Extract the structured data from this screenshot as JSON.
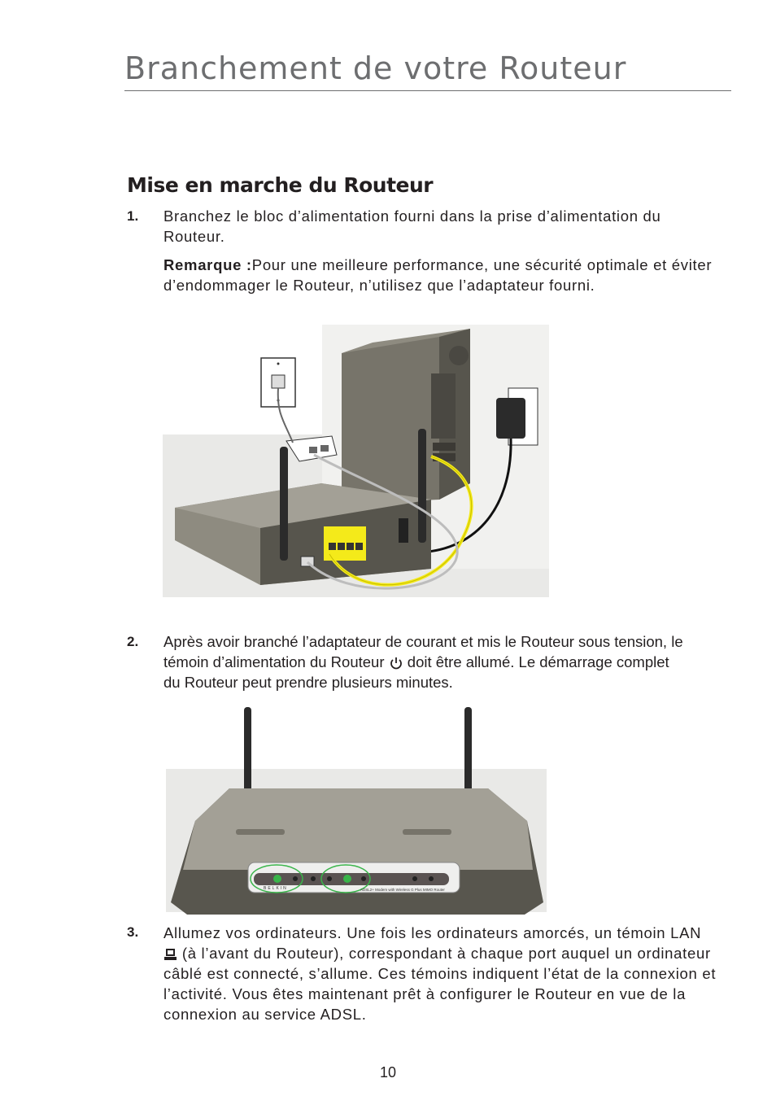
{
  "header": {
    "title": "Branchement de votre Routeur"
  },
  "section": {
    "title": "Mise en marche du Routeur"
  },
  "steps": [
    {
      "number": "1.",
      "text": "Branchez le bloc d’alimentation fourni dans la prise d’alimentation du Routeur.",
      "note_label": "Remarque :",
      "note_text": "Pour une meilleure performance, une sécurité optimale et éviter d’endommager le Routeur, n’utilisez que l’adaptateur fourni."
    },
    {
      "number": "2.",
      "text_before_icon": "Après avoir branché l’adaptateur de courant et mis le Routeur sous tension, le témoin d’alimentation du Routeur",
      "icon": "power-icon",
      "text_after_icon": "doit être allumé. Le démarrage complet du Routeur peut prendre plusieurs minutes."
    },
    {
      "number": "3.",
      "text_before_icon": "Allumez vos ordinateurs. Une fois les ordinateurs amorcés, un témoin LAN",
      "icon": "computer-icon",
      "text_after_icon": "(à l’avant du Routeur), correspondant à chaque port auquel un ordinateur câblé est connecté, s’allume. Ces témoins indiquent l’état de la connexion et l’activité. Vous êtes maintenant prêt à configurer le Routeur en vue de la connexion au service ADSL."
    }
  ],
  "figures": {
    "front_brand": "BELKIN",
    "front_model": "ADSL2+ Modem with Wireless G Plus MIMO Router"
  },
  "page": {
    "number": "10"
  },
  "colors": {
    "heading_gray": "#6d6e70",
    "led_green": "#39b54a",
    "cable_yellow": "#f4ea1a"
  }
}
